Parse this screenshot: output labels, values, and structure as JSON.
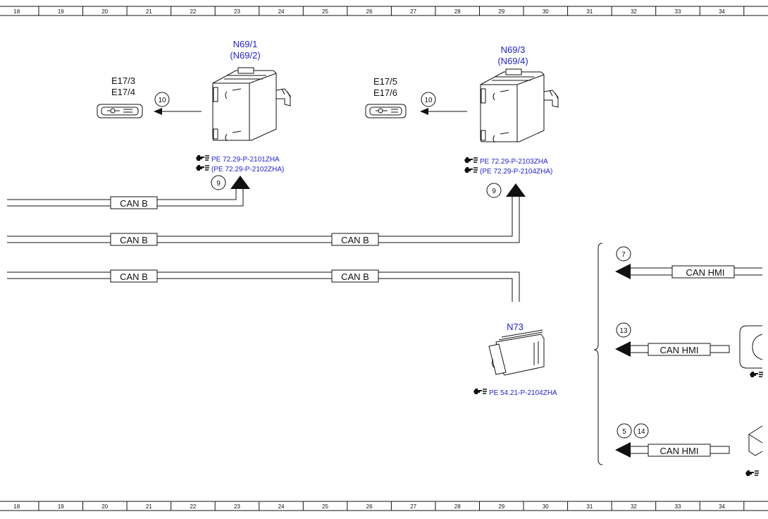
{
  "ruler": {
    "numbers": [
      "18",
      "19",
      "20",
      "21",
      "22",
      "23",
      "24",
      "25",
      "26",
      "27",
      "28",
      "29",
      "30",
      "31",
      "32",
      "33",
      "34"
    ]
  },
  "components": {
    "n69_1": {
      "name": "N69/1",
      "alt": "(N69/2)",
      "refs": [
        "PE 72.29-P-2101ZHA",
        "(PE 72.29-P-2102ZHA)"
      ],
      "callout_up": "9",
      "callout_left": "10"
    },
    "e17_3": {
      "line1": "E17/3",
      "line2": "E17/4"
    },
    "n69_3": {
      "name": "N69/3",
      "alt": "(N69/4)",
      "refs": [
        "PE 72.29-P-2103ZHA",
        "(PE 72.29-P-2104ZHA)"
      ],
      "callout_up": "9",
      "callout_left": "10"
    },
    "e17_5": {
      "line1": "E17/5",
      "line2": "E17/6"
    },
    "n73": {
      "name": "N73",
      "ref": "PE 54.21-P-2104ZHA"
    }
  },
  "bus_labels": {
    "line1": "CAN B",
    "line2a": "CAN B",
    "line2b": "CAN B",
    "line3a": "CAN B",
    "line3b": "CAN B",
    "hmi1": "CAN HMI",
    "hmi2": "CAN HMI",
    "hmi3": "CAN HMI"
  },
  "hmi_callouts": {
    "c1": "7",
    "c2": "13",
    "c3a": "5",
    "c3b": "14"
  }
}
